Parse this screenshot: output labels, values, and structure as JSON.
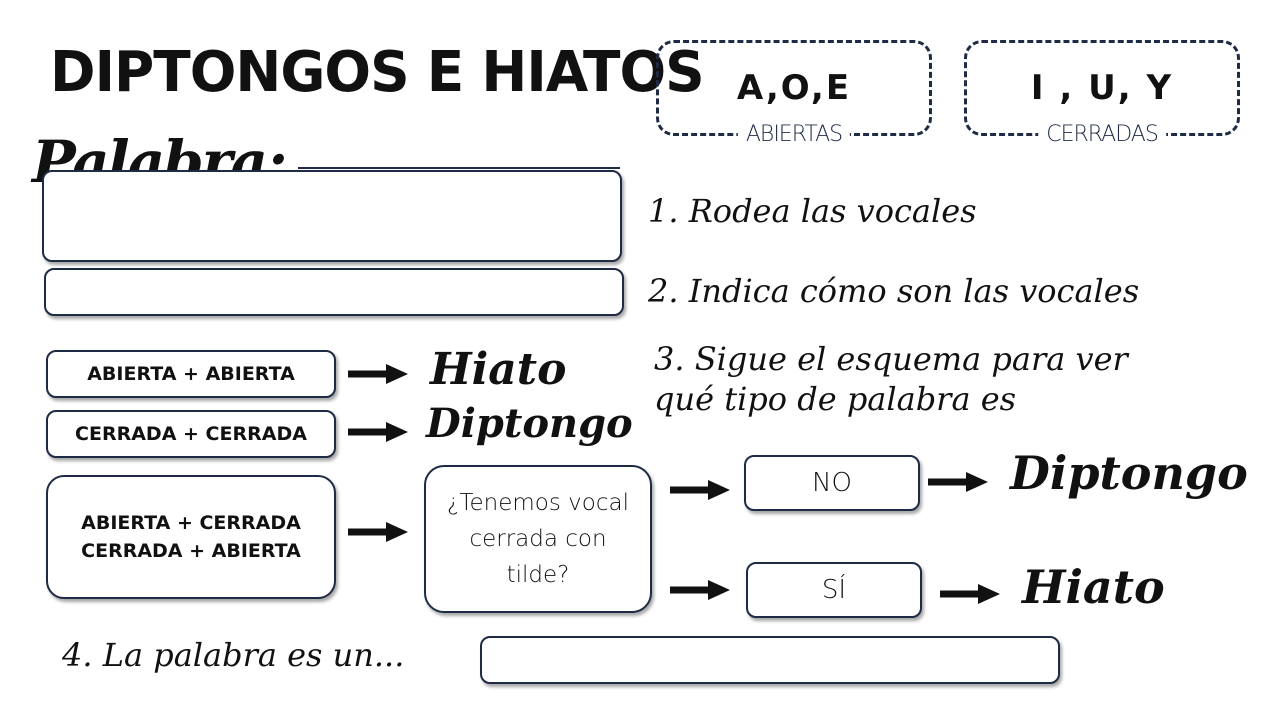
{
  "title": "DIPTONGOS E HIATOS",
  "word_label": "Palabra:",
  "vowels": {
    "open": {
      "letters": "A,O,E",
      "caption": "ABIERTAS"
    },
    "closed": {
      "letters": "I , U, Y",
      "caption": "CERRADAS"
    }
  },
  "instructions": {
    "step1": "1. Rodea las vocales",
    "step2": "2. Indica cómo son las vocales",
    "step3_line1": "3. Sigue el esquema para ver",
    "step3_line2": "qué tipo de palabra es",
    "step4": "4. La palabra es un..."
  },
  "scheme": {
    "row1": {
      "combo": "ABIERTA + ABIERTA",
      "result": "Hiato"
    },
    "row2": {
      "combo": "CERRADA + CERRADA",
      "result": "Diptongo"
    },
    "row3": {
      "combo_line1": "ABIERTA + CERRADA",
      "combo_line2": "CERRADA + ABIERTA"
    },
    "question_line1": "¿Tenemos vocal",
    "question_line2": "cerrada con",
    "question_line3": "tilde?",
    "no": {
      "label": "NO",
      "result": "Diptongo"
    },
    "yes": {
      "label": "SÍ",
      "result": "Hiato"
    }
  },
  "colors": {
    "box_border": "#1f2b45",
    "text": "#111111"
  }
}
